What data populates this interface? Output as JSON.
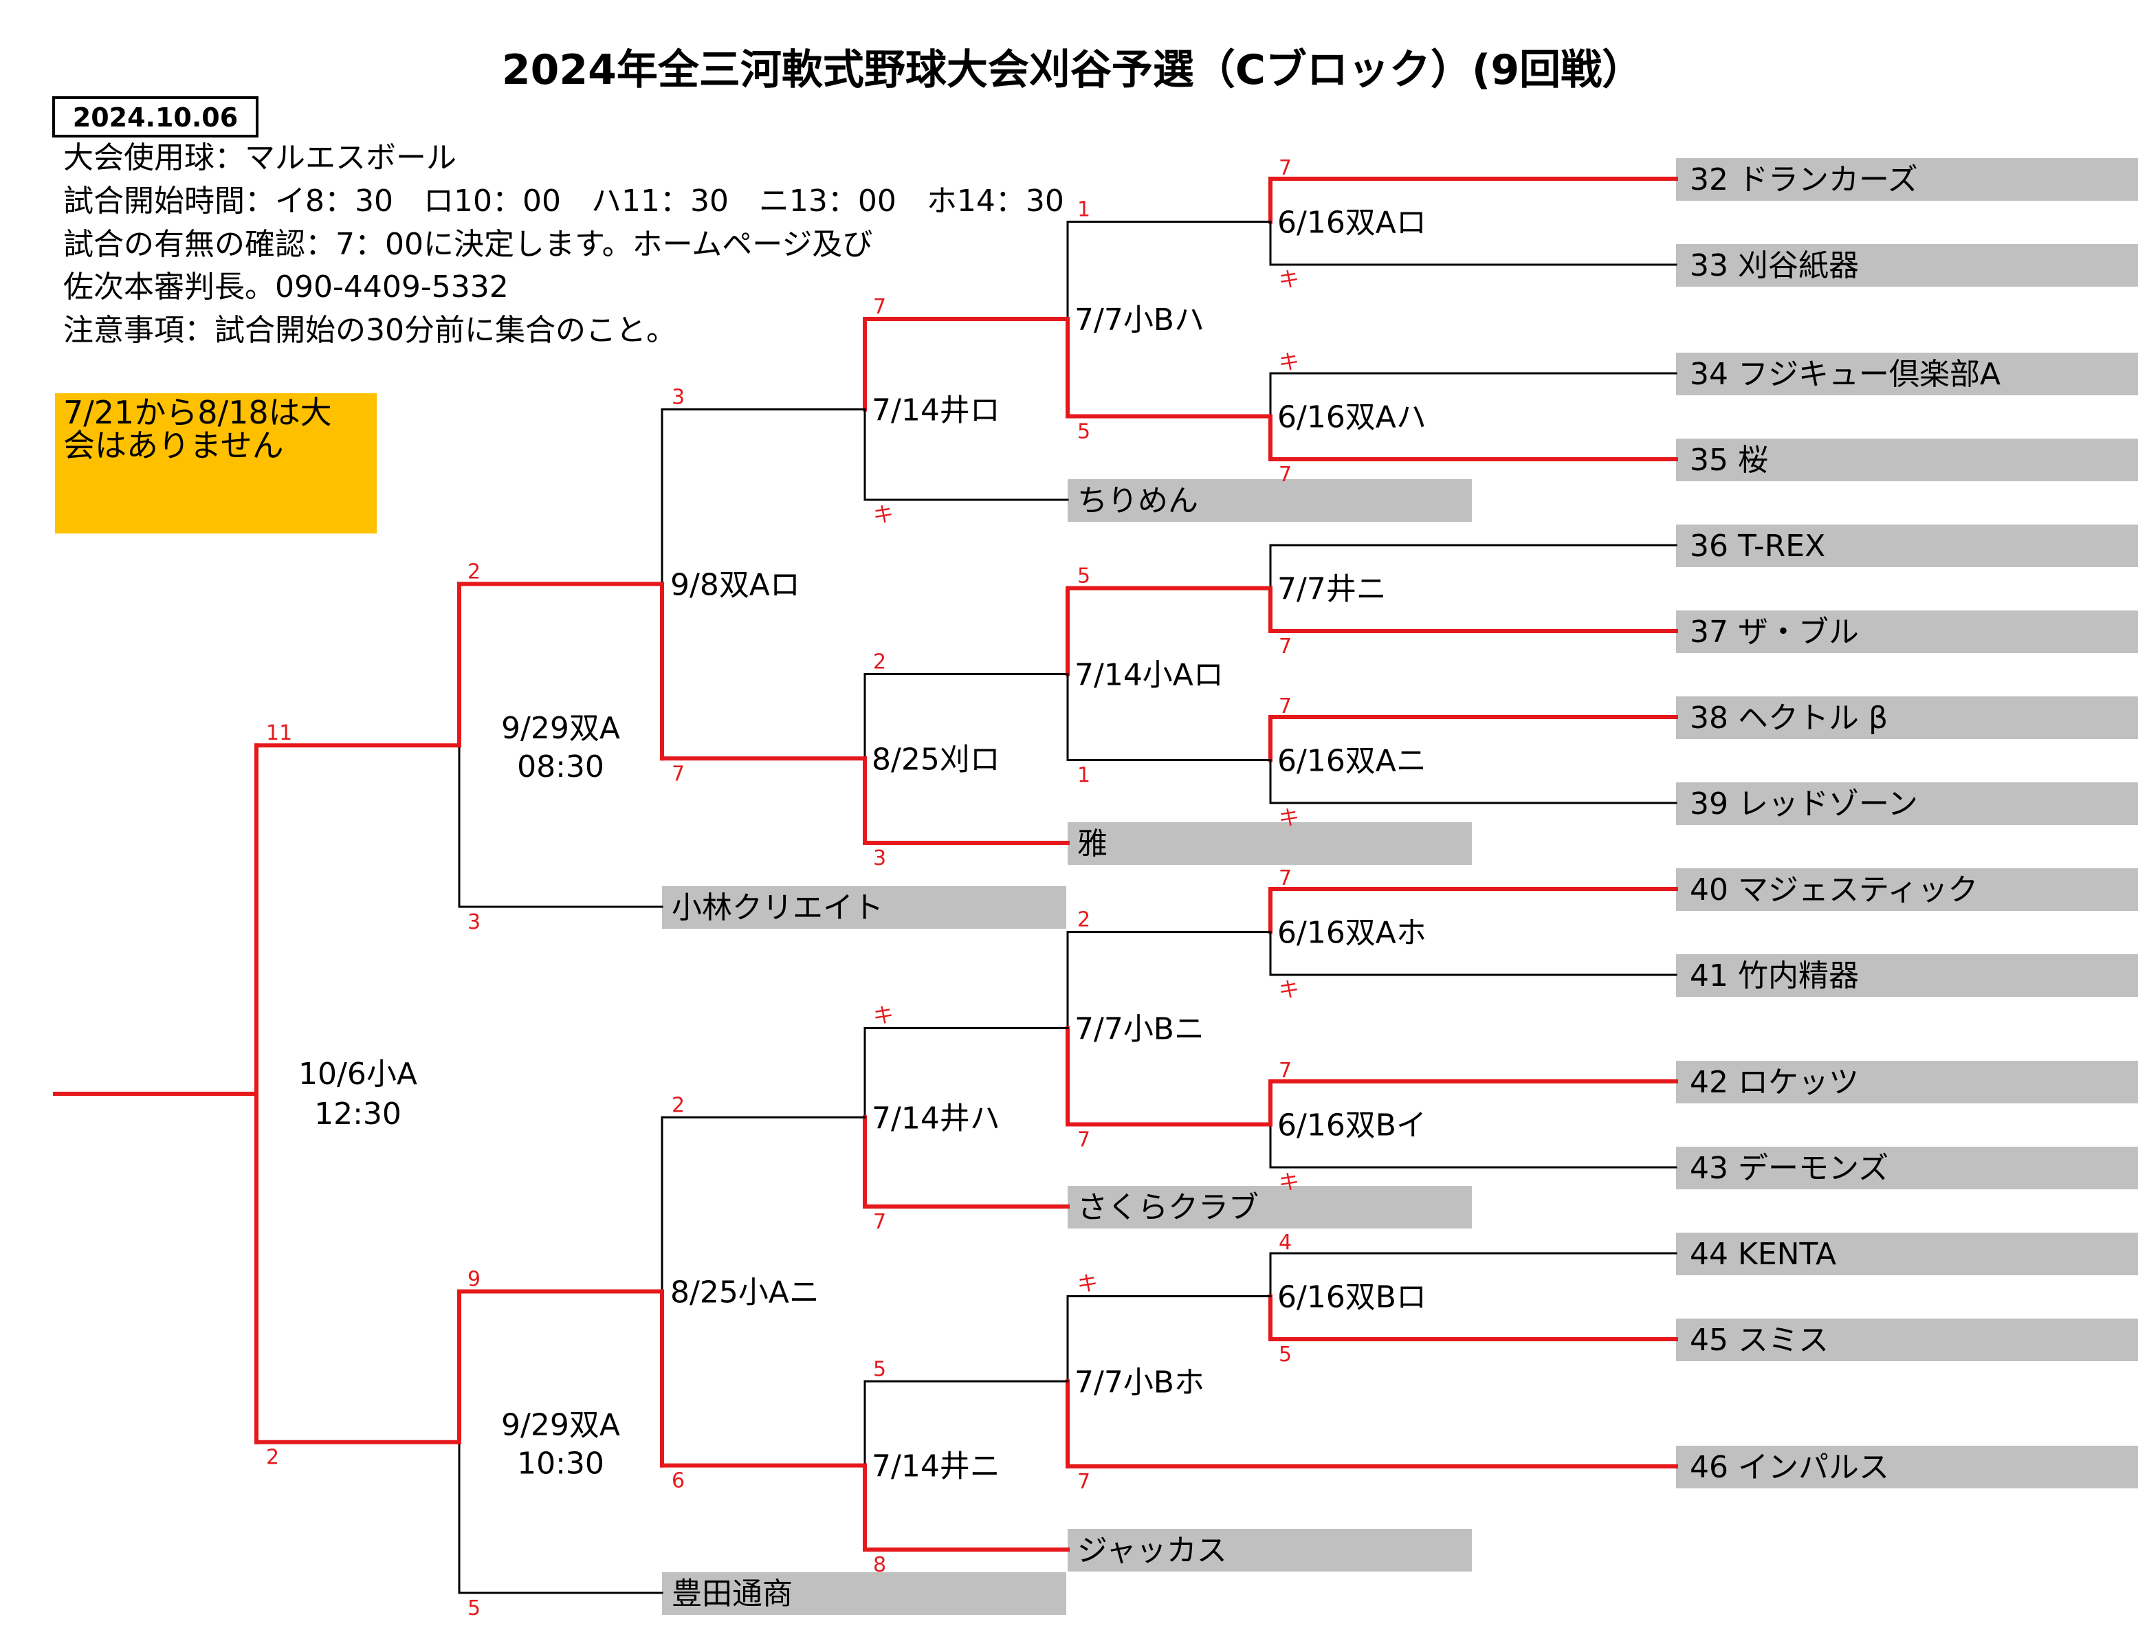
{
  "header": {
    "title": "2024年全三河軟式野球大会刈谷予選（Cブロック）(9回戦）",
    "date": "2024.10.06",
    "info_lines": [
      "大会使用球：マルエスボール",
      "試合開始時間：イ8：30　ロ10：00　ハ11：30　ニ13：00　ホ14：30",
      "試合の有無の確認：7：00に決定します。ホームページ及び",
      "佐次本審判長。090-4409-5332",
      "注意事項：試合開始の30分前に集合のこと。"
    ],
    "notice_lines": [
      "7/21から8/18は大",
      "会はありません"
    ]
  },
  "colors": {
    "win": "#e5191c",
    "line": "#000000",
    "team_bg": "#c0c0c0",
    "notice_bg": "#ffc000"
  },
  "teams": [
    {
      "no": "32",
      "name": "ドランカーズ"
    },
    {
      "no": "33",
      "name": "刈谷紙器"
    },
    {
      "no": "34",
      "name": "フジキュー倶楽部A"
    },
    {
      "no": "35",
      "name": "桜"
    },
    {
      "no": "36",
      "name": "T-REX"
    },
    {
      "no": "37",
      "name": "ザ・ブル"
    },
    {
      "no": "38",
      "name": "ヘクトル β"
    },
    {
      "no": "39",
      "name": "レッドゾーン"
    },
    {
      "no": "40",
      "name": "マジェスティック"
    },
    {
      "no": "41",
      "name": "竹内精器"
    },
    {
      "no": "42",
      "name": "ロケッツ"
    },
    {
      "no": "43",
      "name": "デーモンズ"
    },
    {
      "no": "44",
      "name": "KENTA"
    },
    {
      "no": "45",
      "name": "スミス"
    },
    {
      "no": "46",
      "name": "インパルス"
    }
  ],
  "seeded_teams": {
    "chirimen": "ちりめん",
    "miyabi": "雅",
    "kobayashi": "小林クリエイト",
    "sakura_club": "さくらクラブ",
    "jackass": "ジャッカス",
    "toyota": "豊田通商"
  },
  "matches": {
    "m1": {
      "slot": "6/16双Aロ",
      "top_score": "7",
      "bot_score": "キ"
    },
    "m2": {
      "slot": "6/16双Aハ",
      "top_score": "キ",
      "bot_score": "7"
    },
    "m3": {
      "slot": "7/7井ニ",
      "top_score": "",
      "bot_score": "7"
    },
    "m4": {
      "slot": "6/16双Aニ",
      "top_score": "7",
      "bot_score": "キ"
    },
    "m5": {
      "slot": "6/16双Aホ",
      "top_score": "7",
      "bot_score": "キ"
    },
    "m6": {
      "slot": "6/16双Bイ",
      "top_score": "7",
      "bot_score": "キ"
    },
    "m7": {
      "slot": "6/16双Bロ",
      "top_score": "4",
      "bot_score": "5"
    },
    "r2a": {
      "slot": "7/7小Bハ",
      "top_score": "1",
      "bot_score": "5"
    },
    "r2b": {
      "slot": "7/14小Aロ",
      "top_score": "5",
      "bot_score": "1"
    },
    "r2c": {
      "slot": "7/7小Bニ",
      "top_score": "2",
      "bot_score": "7"
    },
    "r2d": {
      "slot": "7/7小Bホ",
      "top_score": "キ",
      "bot_score": "7"
    },
    "r3a": {
      "slot": "7/14井ロ",
      "top_score": "7",
      "bot_score": "キ"
    },
    "r3b": {
      "slot": "8/25刈ロ",
      "top_score": "2",
      "bot_score": "3"
    },
    "r3c": {
      "slot": "7/14井ハ",
      "top_score": "キ",
      "bot_score": "7"
    },
    "r3d": {
      "slot": "7/14井ニ",
      "top_score": "5",
      "bot_score": "8"
    },
    "qf1": {
      "slot": "9/8双Aロ",
      "top_score": "3",
      "bot_score": "7"
    },
    "qf2": {
      "slot": "8/25小Aニ",
      "top_score": "2",
      "bot_score": "6"
    },
    "sf1": {
      "slot": "9/29双A",
      "time": "08:30",
      "top_score": "2",
      "bot_score": "3"
    },
    "sf2": {
      "slot": "9/29双A",
      "time": "10:30",
      "top_score": "9",
      "bot_score": "5"
    },
    "final": {
      "slot": "10/6小A",
      "time": "12:30",
      "top_score": "11",
      "bot_score": "2"
    }
  }
}
